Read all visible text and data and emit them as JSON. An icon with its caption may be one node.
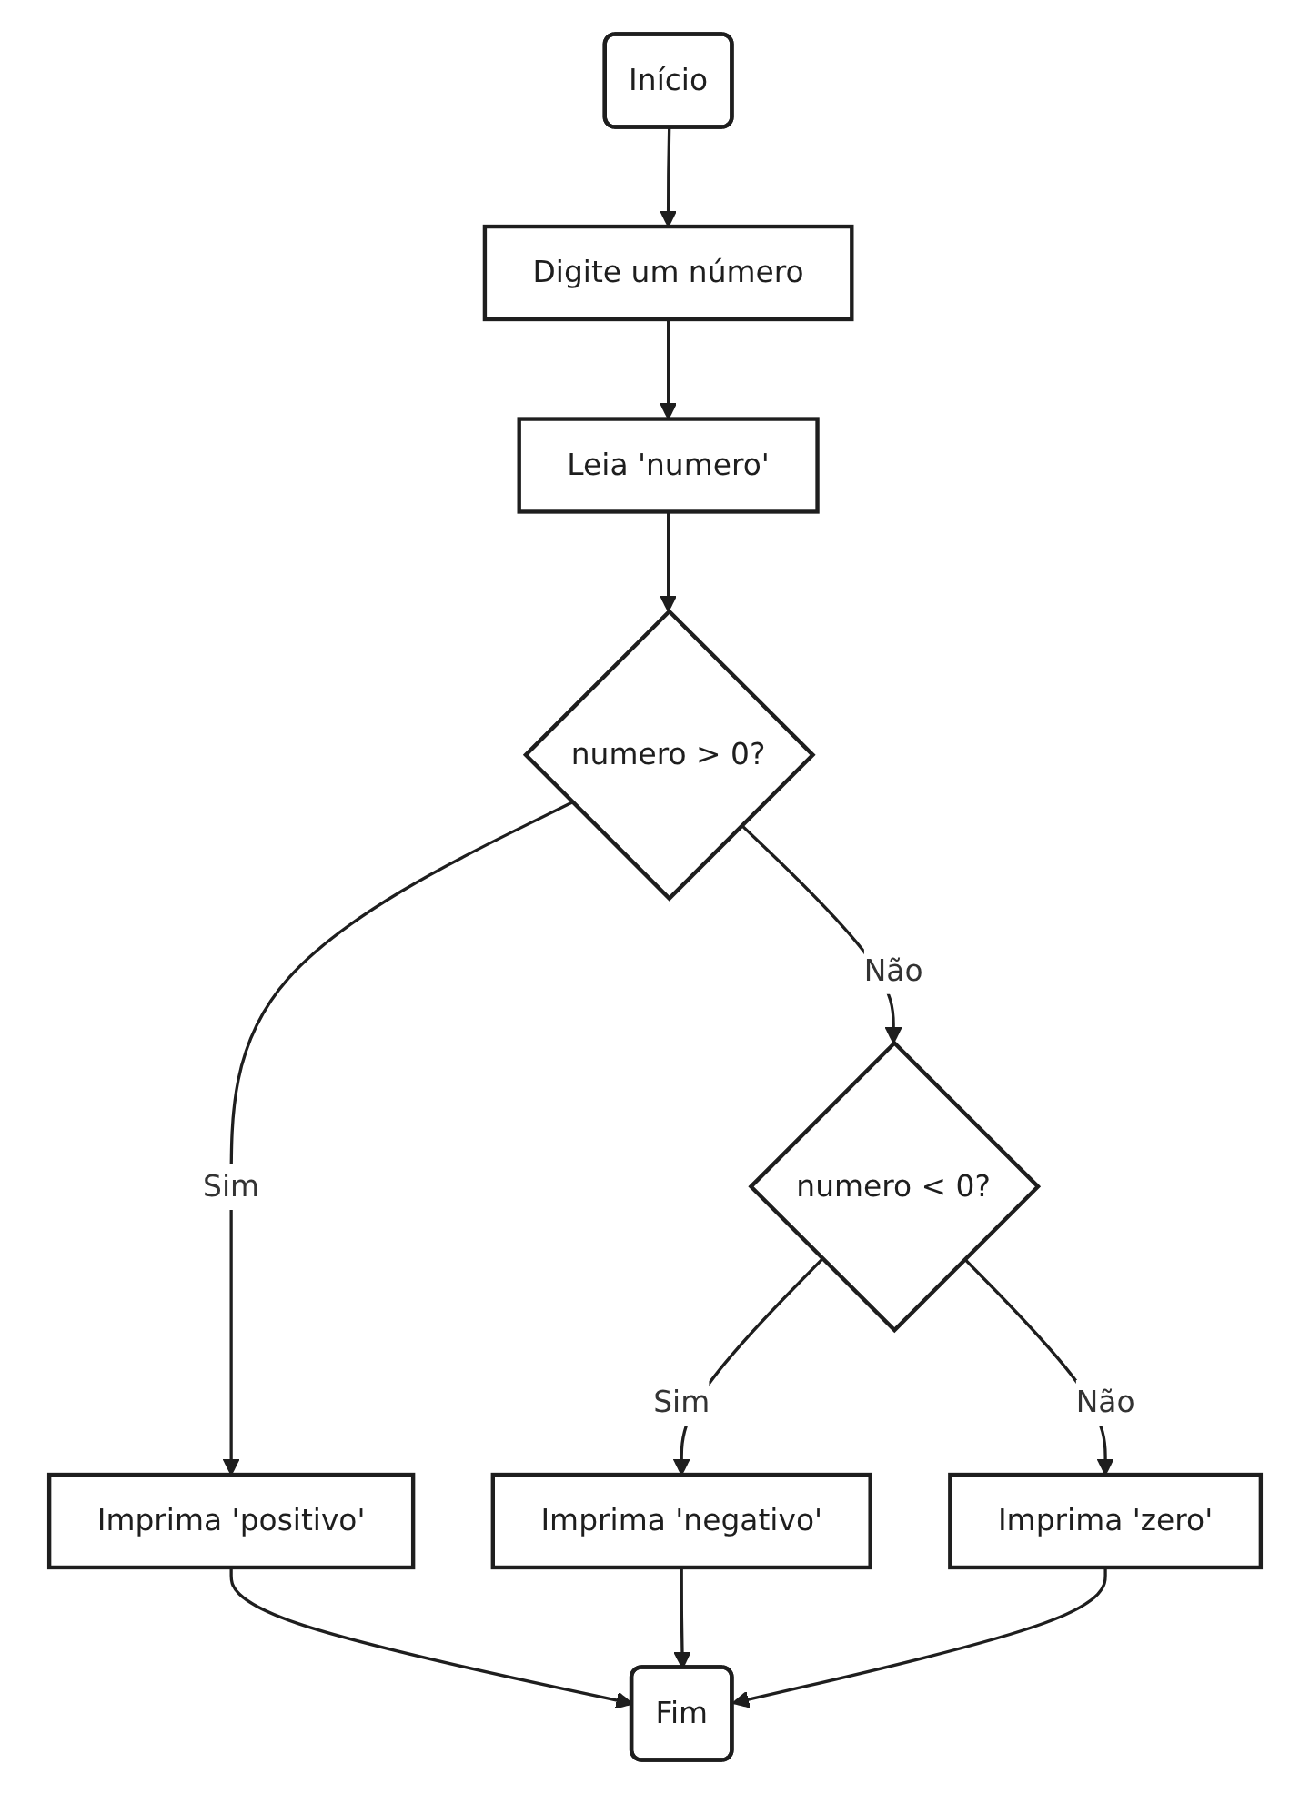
{
  "diagram": {
    "nodes": [
      {
        "text": [
          "Início"
        ]
      },
      {
        "text": [
          "Digite um número"
        ]
      },
      {
        "text": [
          "Leia 'numero'"
        ]
      },
      {
        "text": [
          "numero > 0?"
        ]
      },
      {
        "text": [
          "numero < 0?"
        ]
      },
      {
        "text": [
          "Imprima 'positivo'"
        ]
      },
      {
        "text": [
          "Imprima 'negativo'"
        ]
      },
      {
        "text": [
          "Imprima 'zero'"
        ]
      },
      {
        "text": [
          "Fim"
        ]
      }
    ],
    "edges": [
      {
        "from": 0,
        "to": 1,
        "arrow": "to"
      },
      {
        "from": 1,
        "to": 2,
        "arrow": "to"
      },
      {
        "from": 2,
        "to": 3,
        "arrow": "to"
      },
      {
        "from": 3,
        "to": 5,
        "label": "Sim",
        "arrow": "to"
      },
      {
        "from": 3,
        "to": 4,
        "label": "Não",
        "arrow": "to"
      },
      {
        "from": 4,
        "to": 6,
        "label": "Sim",
        "arrow": "to"
      },
      {
        "from": 4,
        "to": 7,
        "label": "Não",
        "arrow": "to"
      },
      {
        "from": 5,
        "to": 8,
        "arrow": "to"
      },
      {
        "from": 6,
        "to": 8,
        "arrow": "to"
      },
      {
        "from": 7,
        "to": 8,
        "arrow": "to"
      }
    ]
  }
}
